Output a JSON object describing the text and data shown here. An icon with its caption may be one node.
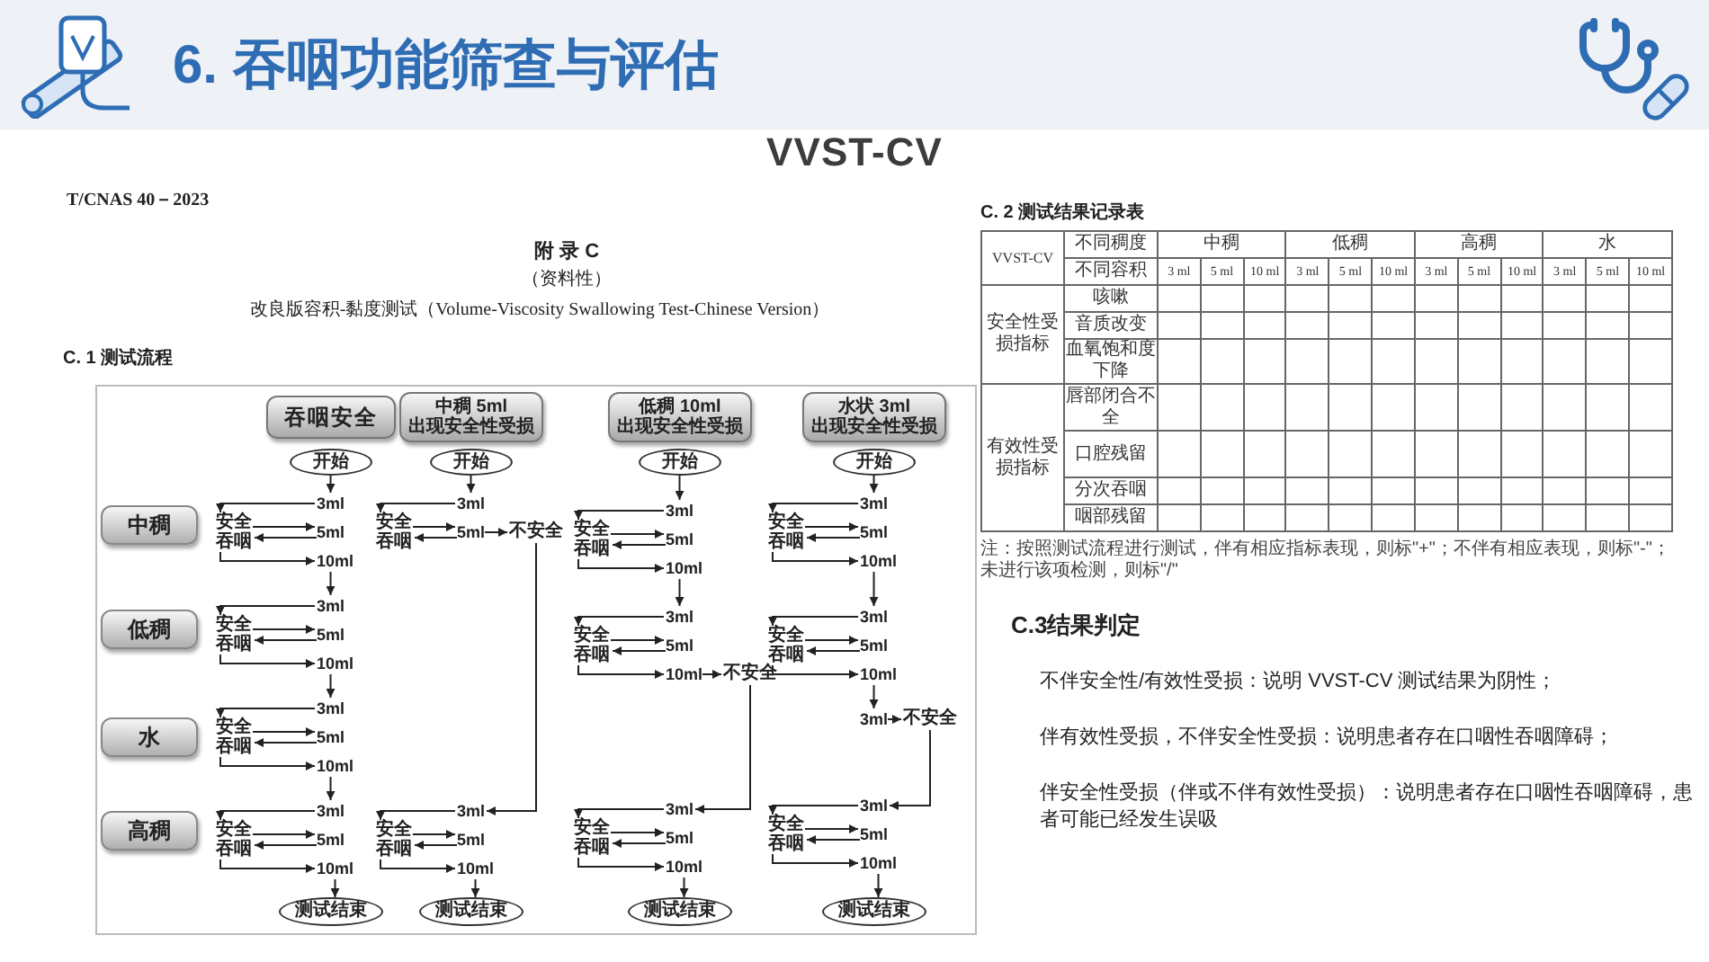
{
  "diagram": {
    "nodes": [
      {
        "text": [
          "吞咽安全"
        ]
      },
      {
        "text": [
          "中稠 5ml",
          "出现安全性受损"
        ]
      },
      {
        "text": [
          "低稠 10ml",
          "出现安全性受损"
        ]
      },
      {
        "text": [
          "水状 3ml",
          "出现安全性受损"
        ]
      },
      {
        "text": [
          "中稠"
        ]
      },
      {
        "text": [
          "低稠"
        ]
      },
      {
        "text": [
          "水"
        ]
      },
      {
        "text": [
          "高稠"
        ]
      },
      {
        "text": [
          "开始"
        ]
      },
      {
        "text": [
          "开始"
        ]
      },
      {
        "text": [
          "开始"
        ]
      },
      {
        "text": [
          "开始"
        ]
      },
      {
        "text": [
          "3ml"
        ]
      },
      {
        "text": [
          "安全吞咽"
        ]
      },
      {
        "text": [
          "5ml"
        ]
      },
      {
        "text": [
          "10ml"
        ]
      },
      {
        "text": [
          "3ml"
        ]
      },
      {
        "text": [
          "安全吞咽"
        ]
      },
      {
        "text": [
          "5ml"
        ]
      },
      {
        "text": [
          "10ml"
        ]
      },
      {
        "text": [
          "3ml"
        ]
      },
      {
        "text": [
          "安全吞咽"
        ]
      },
      {
        "text": [
          "5ml"
        ]
      },
      {
        "text": [
          "10ml"
        ]
      },
      {
        "text": [
          "3ml"
        ]
      },
      {
        "text": [
          "安全吞咽"
        ]
      },
      {
        "text": [
          "5ml"
        ]
      },
      {
        "text": [
          "10ml"
        ]
      },
      {
        "text": [
          "测试结束"
        ]
      },
      {
        "text": [
          "3ml"
        ]
      },
      {
        "text": [
          "安全吞咽"
        ]
      },
      {
        "text": [
          "5ml"
        ]
      },
      {
        "text": [
          "不安全"
        ]
      },
      {
        "text": [
          "3ml"
        ]
      },
      {
        "text": [
          "安全吞咽"
        ]
      },
      {
        "text": [
          "5ml"
        ]
      },
      {
        "text": [
          "10ml"
        ]
      },
      {
        "text": [
          "测试结束"
        ]
      },
      {
        "text": [
          "3ml"
        ]
      },
      {
        "text": [
          "安全吞咽"
        ]
      },
      {
        "text": [
          "5ml"
        ]
      },
      {
        "text": [
          "10ml"
        ]
      },
      {
        "text": [
          "3ml"
        ]
      },
      {
        "text": [
          "安全吞咽"
        ]
      },
      {
        "text": [
          "5ml"
        ]
      },
      {
        "text": [
          "10ml"
        ]
      },
      {
        "text": [
          "不安全"
        ]
      },
      {
        "text": [
          "3ml"
        ]
      },
      {
        "text": [
          "安全吞咽"
        ]
      },
      {
        "text": [
          "5ml"
        ]
      },
      {
        "text": [
          "10ml"
        ]
      },
      {
        "text": [
          "测试结束"
        ]
      },
      {
        "text": [
          "3ml"
        ]
      },
      {
        "text": [
          "安全吞咽"
        ]
      },
      {
        "text": [
          "5ml"
        ]
      },
      {
        "text": [
          "10ml"
        ]
      },
      {
        "text": [
          "3ml"
        ]
      },
      {
        "text": [
          "安全吞咽"
        ]
      },
      {
        "text": [
          "5ml"
        ]
      },
      {
        "text": [
          "10ml"
        ]
      },
      {
        "text": [
          "3ml"
        ]
      },
      {
        "text": [
          "不安全"
        ]
      },
      {
        "text": [
          "3ml"
        ]
      },
      {
        "text": [
          "安全吞咽"
        ]
      },
      {
        "text": [
          "5ml"
        ]
      },
      {
        "text": [
          "10ml"
        ]
      },
      {
        "text": [
          "测试结束"
        ]
      }
    ],
    "edges": [
      {
        "from": 8,
        "to": 12,
        "arrow": "to"
      },
      {
        "from": 12,
        "to": 13,
        "arrow": "to"
      },
      {
        "from": 13,
        "to": 14,
        "arrow": "to"
      },
      {
        "from": 14,
        "to": 13,
        "arrow": "to"
      },
      {
        "from": 13,
        "to": 15,
        "arrow": "to"
      },
      {
        "from": 15,
        "to": 16,
        "arrow": "to"
      },
      {
        "from": 16,
        "to": 17,
        "arrow": "to"
      },
      {
        "from": 17,
        "to": 18,
        "arrow": "to"
      },
      {
        "from": 18,
        "to": 17,
        "arrow": "to"
      },
      {
        "from": 17,
        "to": 19,
        "arrow": "to"
      },
      {
        "from": 19,
        "to": 20,
        "arrow": "to"
      },
      {
        "from": 20,
        "to": 21,
        "arrow": "to"
      },
      {
        "from": 21,
        "to": 22,
        "arrow": "to"
      },
      {
        "from": 22,
        "to": 21,
        "arrow": "to"
      },
      {
        "from": 21,
        "to": 23,
        "arrow": "to"
      },
      {
        "from": 23,
        "to": 24,
        "arrow": "to"
      },
      {
        "from": 24,
        "to": 25,
        "arrow": "to"
      },
      {
        "from": 25,
        "to": 26,
        "arrow": "to"
      },
      {
        "from": 26,
        "to": 25,
        "arrow": "to"
      },
      {
        "from": 25,
        "to": 27,
        "arrow": "to"
      },
      {
        "from": 27,
        "to": 28,
        "arrow": "to"
      },
      {
        "from": 9,
        "to": 29,
        "arrow": "to"
      },
      {
        "from": 29,
        "to": 30,
        "arrow": "to"
      },
      {
        "from": 30,
        "to": 31,
        "arrow": "to"
      },
      {
        "from": 31,
        "to": 30,
        "arrow": "to"
      },
      {
        "from": 31,
        "to": 32,
        "arrow": "to"
      },
      {
        "from": 32,
        "to": 33,
        "arrow": "to"
      },
      {
        "from": 33,
        "to": 34,
        "arrow": "to"
      },
      {
        "from": 34,
        "to": 35,
        "arrow": "to"
      },
      {
        "from": 35,
        "to": 34,
        "arrow": "to"
      },
      {
        "from": 34,
        "to": 36,
        "arrow": "to"
      },
      {
        "from": 36,
        "to": 37,
        "arrow": "to"
      },
      {
        "from": 10,
        "to": 38,
        "arrow": "to"
      },
      {
        "from": 38,
        "to": 39,
        "arrow": "to"
      },
      {
        "from": 39,
        "to": 40,
        "arrow": "to"
      },
      {
        "from": 40,
        "to": 39,
        "arrow": "to"
      },
      {
        "from": 39,
        "to": 41,
        "arrow": "to"
      },
      {
        "from": 41,
        "to": 42,
        "arrow": "to"
      },
      {
        "from": 42,
        "to": 43,
        "arrow": "to"
      },
      {
        "from": 43,
        "to": 44,
        "arrow": "to"
      },
      {
        "from": 44,
        "to": 43,
        "arrow": "to"
      },
      {
        "from": 43,
        "to": 45,
        "arrow": "to"
      },
      {
        "from": 45,
        "to": 46,
        "arrow": "to"
      },
      {
        "from": 46,
        "to": 47,
        "arrow": "to"
      },
      {
        "from": 47,
        "to": 48,
        "arrow": "to"
      },
      {
        "from": 48,
        "to": 49,
        "arrow": "to"
      },
      {
        "from": 49,
        "to": 48,
        "arrow": "to"
      },
      {
        "from": 48,
        "to": 50,
        "arrow": "to"
      },
      {
        "from": 50,
        "to": 51,
        "arrow": "to"
      },
      {
        "from": 11,
        "to": 52,
        "arrow": "to"
      },
      {
        "from": 52,
        "to": 53,
        "arrow": "to"
      },
      {
        "from": 53,
        "to": 54,
        "arrow": "to"
      },
      {
        "from": 54,
        "to": 53,
        "arrow": "to"
      },
      {
        "from": 53,
        "to": 55,
        "arrow": "to"
      },
      {
        "from": 55,
        "to": 56,
        "arrow": "to"
      },
      {
        "from": 56,
        "to": 57,
        "arrow": "to"
      },
      {
        "from": 57,
        "to": 58,
        "arrow": "to"
      },
      {
        "from": 58,
        "to": 57,
        "arrow": "to"
      },
      {
        "from": 57,
        "to": 59,
        "arrow": "to"
      },
      {
        "from": 59,
        "to": 60,
        "arrow": "to"
      },
      {
        "from": 60,
        "to": 61,
        "arrow": "to"
      },
      {
        "from": 61,
        "to": 62,
        "arrow": "to"
      },
      {
        "from": 62,
        "to": 63,
        "arrow": "to"
      },
      {
        "from": 63,
        "to": 64,
        "arrow": "to"
      },
      {
        "from": 64,
        "to": 63,
        "arrow": "to"
      },
      {
        "from": 63,
        "to": 65,
        "arrow": "to"
      },
      {
        "from": 65,
        "to": 66,
        "arrow": "to"
      }
    ],
    "labels": [
      "6. 吞咽功能筛查与评估",
      "VVST-CV",
      "T/CNAS 40－2023",
      "附 录 C",
      "（资料性）",
      "改良版容积-黏度测试（Volume-Viscosity Swallowing Test-Chinese Version）",
      "C. 1 测试流程",
      "C. 2 测试结果记录表",
      "VVST-CV",
      "不同稠度",
      "中稠",
      "低稠",
      "高稠",
      "水",
      "不同容积",
      "3 ml",
      "5 ml",
      "10 ml",
      "3 ml",
      "5 ml",
      "10 ml",
      "3 ml",
      "5 ml",
      "10 ml",
      "3 ml",
      "5 ml",
      "10 ml",
      "安全性受损指标",
      "咳嗽",
      "音质改变",
      "血氧饱和度下降",
      "有效性受损指标",
      "唇部闭合不全",
      "口腔残留",
      "分次吞咽",
      "咽部残留",
      "注：按照测试流程进行测试，伴有相应指标表现，则标\"+\"；不伴有相应表现，则标\"-\"；未进行该项检测，则标\"/\"",
      "C.3结果判定",
      "不伴安全性/有效性受损：说明 VVST-CV 测试结果为阴性；",
      "伴有效性受损，不伴安全性受损：说明患者存在口咽性吞咽障碍；",
      "伴安全性受损（伴或不伴有效性受损）：说明患者存在口咽性吞咽障碍，患者可能已经发生误吸"
    ]
  }
}
